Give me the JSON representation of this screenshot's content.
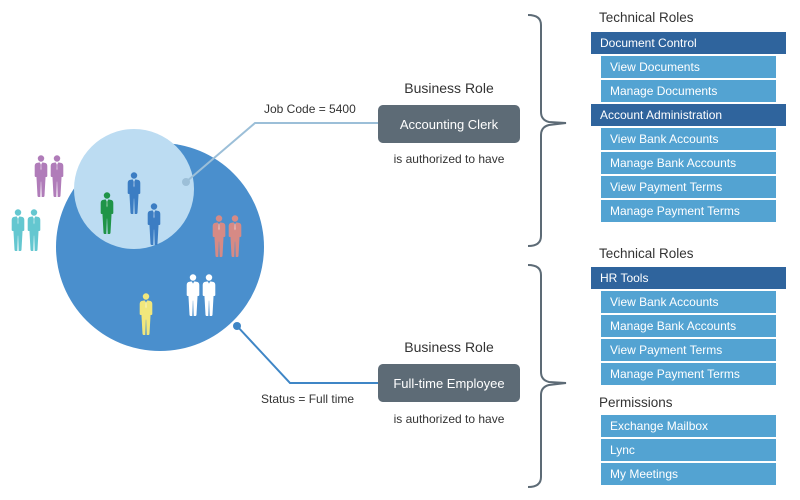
{
  "left_diagram": {
    "outer_circle_color": "#4a8fcd",
    "inner_circle_color": "#bcdcf2",
    "people_groups": [
      {
        "name": "purple-pair",
        "color": "#b07cb9",
        "count": 2
      },
      {
        "name": "teal-pair",
        "color": "#64c7d0",
        "count": 2
      },
      {
        "name": "green-person",
        "color": "#1f9448",
        "count": 1
      },
      {
        "name": "blue-person-top",
        "color": "#3c7dc3",
        "count": 1
      },
      {
        "name": "blue-person-right",
        "color": "#3c7dc3",
        "count": 1
      },
      {
        "name": "salmon-pair",
        "color": "#d68a85",
        "count": 2
      },
      {
        "name": "white-pair",
        "color": "#ffffff",
        "count": 2
      },
      {
        "name": "yellow-person",
        "color": "#f1e77c",
        "count": 1
      }
    ]
  },
  "connectors": {
    "top_label": "Job Code = 5400",
    "bottom_label": "Status = Full time"
  },
  "business_roles": [
    {
      "heading": "Business Role",
      "name": "Accounting Clerk",
      "note": "is authorized to have"
    },
    {
      "heading": "Business Role",
      "name": "Full-time Employee",
      "note": "is authorized to have"
    }
  ],
  "technical_sections": [
    {
      "title": "Technical Roles",
      "groups": [
        {
          "header": "Document Control",
          "items": [
            "View Documents",
            "Manage Documents"
          ]
        },
        {
          "header": "Account Administration",
          "items": [
            "View Bank Accounts",
            "Manage Bank Accounts",
            "View Payment Terms",
            "Manage Payment Terms"
          ]
        }
      ]
    },
    {
      "title": "Technical Roles",
      "groups": [
        {
          "header": "HR Tools",
          "items": [
            "View Bank Accounts",
            "Manage Bank Accounts",
            "View Payment Terms",
            "Manage Payment Terms"
          ]
        }
      ]
    },
    {
      "title": "Permissions",
      "groups": [
        {
          "header": "",
          "items": [
            "Exchange Mailbox",
            "Lync",
            "My Meetings"
          ]
        }
      ]
    }
  ]
}
